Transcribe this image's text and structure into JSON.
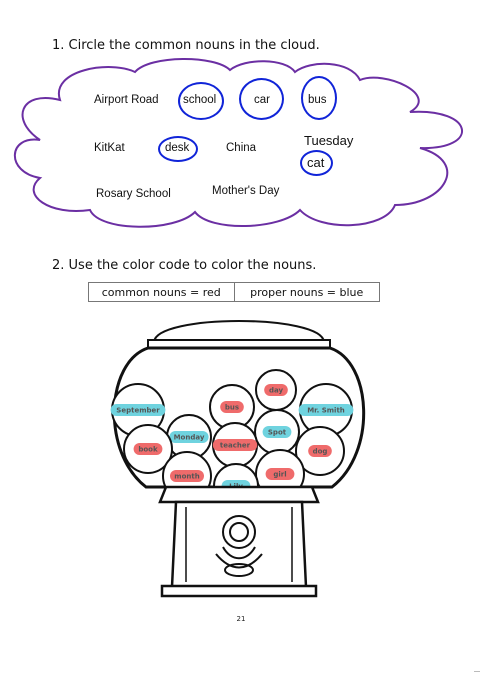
{
  "question1": "1. Circle the common nouns in the cloud.",
  "cloud_words": {
    "airport_road": "Airport Road",
    "school": "school",
    "car": "car",
    "bus": "bus",
    "kitkat": "KitKat",
    "desk": "desk",
    "china": "China",
    "tuesday": "Tuesday",
    "cat": "cat",
    "rosary_school": "Rosary School",
    "mothers_day": "Mother's Day"
  },
  "question2": "2. Use the color code to color the nouns.",
  "color_code": {
    "common": "common nouns = red",
    "proper": "proper nouns = blue"
  },
  "gumballs": [
    {
      "label": "day",
      "kind": "common"
    },
    {
      "label": "bus",
      "kind": "common"
    },
    {
      "label": "September",
      "kind": "proper"
    },
    {
      "label": "Mr. Smith",
      "kind": "proper"
    },
    {
      "label": "Monday",
      "kind": "proper"
    },
    {
      "label": "Spot",
      "kind": "proper"
    },
    {
      "label": "teacher",
      "kind": "common"
    },
    {
      "label": "book",
      "kind": "common"
    },
    {
      "label": "dog",
      "kind": "common"
    },
    {
      "label": "month",
      "kind": "common"
    },
    {
      "label": "girl",
      "kind": "common"
    },
    {
      "label": "Lily",
      "kind": "proper"
    }
  ],
  "colors": {
    "common_highlight": "#ef6b6b",
    "proper_highlight": "#6fd3df",
    "circle_ink": "#1024d8",
    "cloud_outline": "#6b2fa3"
  },
  "page_number": "21"
}
